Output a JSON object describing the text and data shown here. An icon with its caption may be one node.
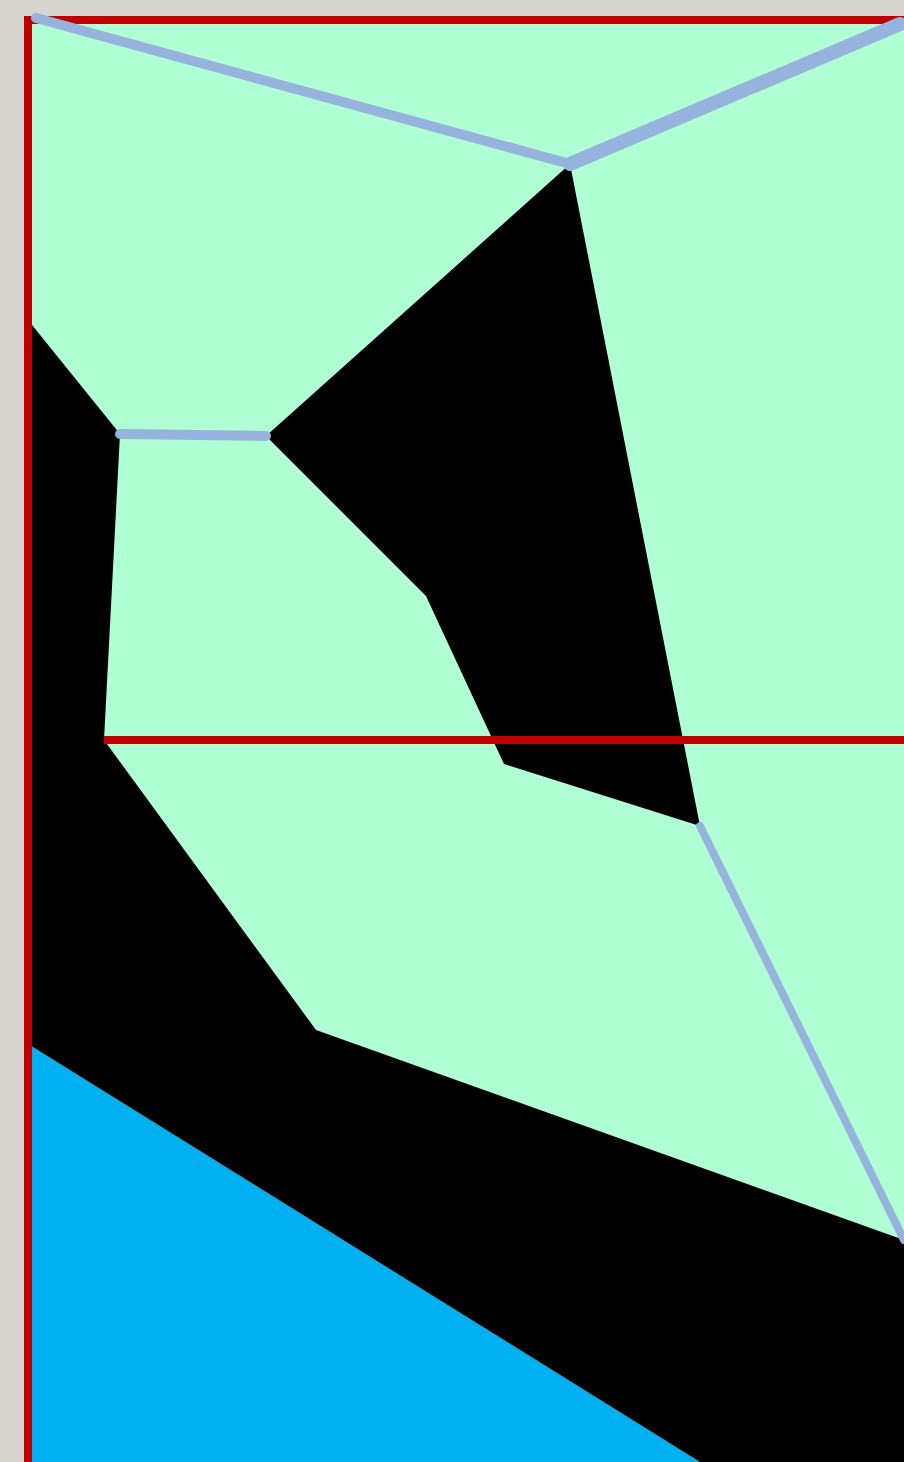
{
  "diagram": {
    "nodes": [
      {
        "text": [],
        "shape": "triangle"
      },
      {
        "text": [],
        "shape": "band"
      },
      {
        "text": [],
        "shape": "polygon"
      }
    ],
    "edges": [
      {
        "from": 1,
        "to": 2,
        "arrow": "none"
      },
      {
        "from": 2,
        "to": 1,
        "arrow": "none"
      }
    ]
  }
}
